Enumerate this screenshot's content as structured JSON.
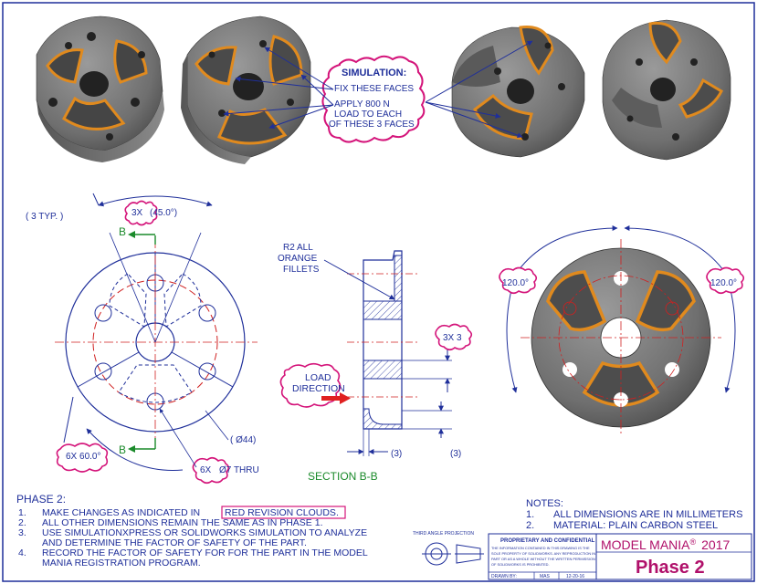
{
  "simulation": {
    "title": "SIMULATION:",
    "line1": "FIX THESE FACES",
    "line2": "APPLY 800 N",
    "line3": "LOAD TO EACH",
    "line4": "OF THESE 3 FACES"
  },
  "front_view": {
    "typ_note": "( 3 TYP. )",
    "angle_3x": "3X",
    "angle_45": "(45.0°)",
    "section_top": "B",
    "section_bottom": "B",
    "angle_6x60": "6X 60.0°",
    "dia_44": "( Ø44)",
    "holes": "6X",
    "holes_note": "Ø7 THRU"
  },
  "section_view": {
    "fillet_line1": "R2 ALL",
    "fillet_line2": "ORANGE",
    "fillet_line3": "FILLETS",
    "chamfer": "3X 3",
    "load_line1": "LOAD",
    "load_line2": "DIRECTION",
    "dim_left": "(3)",
    "dim_right": "(3)",
    "title": "SECTION B-B"
  },
  "right_view": {
    "angle_left": "120.0°",
    "angle_right": "120.0°"
  },
  "phase": {
    "heading": "PHASE 2:",
    "n1": "1.",
    "t1_pre": "MAKE CHANGES AS INDICATED IN",
    "t1_hl": "RED REVISION CLOUDS.",
    "n2": "2.",
    "t2": "ALL OTHER DIMENSIONS REMAIN THE SAME AS IN PHASE 1.",
    "n3": "3.",
    "t3a": "USE SIMULATIONXPRESS OR SOLIDWORKS SIMULATION TO ANALYZE",
    "t3b": "AND DETERMINE THE FACTOR OF SAFETY OF THE PART.",
    "n4": "4.",
    "t4a": "RECORD THE FACTOR OF SAFETY FOR FOR THE PART IN THE MODEL",
    "t4b": "MANIA REGISTRATION PROGRAM."
  },
  "notes": {
    "heading": "NOTES:",
    "n1": "1.",
    "t1": "ALL DIMENSIONS ARE IN MILLIMETERS",
    "n2": "2.",
    "t2": "MATERIAL: PLAIN CARBON STEEL"
  },
  "title_block": {
    "projection": "THIRD ANGLE PROJECTION",
    "prop_title": "PROPRIETARY AND CONFIDENTIAL",
    "prop1": "THE INFORMATION CONTAINED IN THIS DRAWING IS THE",
    "prop2": "SOLE PROPERTY OF SOLIDWORKS. ANY REPRODUCTION IN",
    "prop3": "PART OR AS A WHOLE WITHOUT THE WRITTEN PERMISSION",
    "prop4": "OF SOLIDWORKS IS PROHIBITED.",
    "drawn_by_label": "DRAWN BY:",
    "drawn_by": "MAS",
    "date": "12-20-16",
    "brand": "MODEL MANIA",
    "reg": "®",
    "year": "2017",
    "phase": "Phase 2"
  },
  "colors": {
    "ink": "#1f2f9a",
    "cloud": "#d4147a",
    "section": "#1a8a2a",
    "center": "#d02020",
    "fillet": "#e08a1e",
    "steel": "#707070"
  }
}
